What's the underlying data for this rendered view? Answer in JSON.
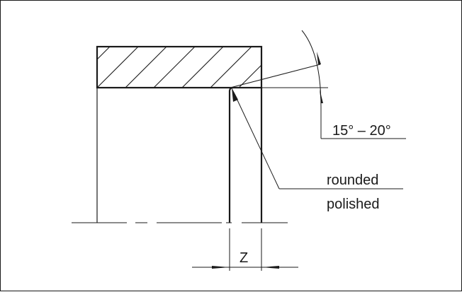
{
  "annotations": {
    "angle": "15° – 20°",
    "edge_line1": "rounded",
    "edge_line2": "polished",
    "dimension": "Z"
  }
}
